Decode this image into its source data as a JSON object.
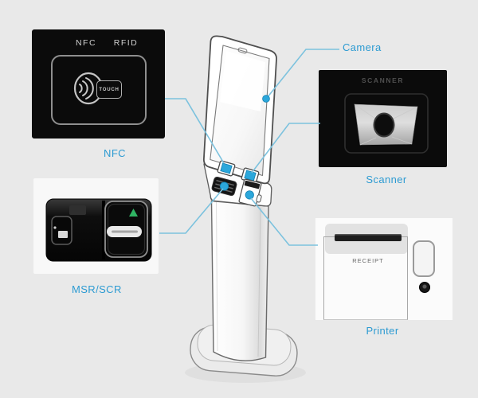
{
  "figure": {
    "type": "kiosk-component-diagram",
    "subject": "self-service kiosk hardware callouts"
  },
  "labels": {
    "nfc_caption": "NFC",
    "msr_caption": "MSR/SCR",
    "scanner_caption": "Scanner",
    "printer_caption": "Printer",
    "camera_label": "Camera"
  },
  "nfc_panel": {
    "tag_nfc": "NFC",
    "tag_rfid": "RFID",
    "touch_badge": "TOUCH"
  },
  "scanner_panel": {
    "heading": "SCANNER"
  },
  "printer": {
    "receipt_label": "RECEIPT"
  },
  "icons": {
    "nfc_contactless_icon": "circle with three right-opening wave arcs",
    "scanner_lens_icon": "dark ellipse centered in gray faceted window",
    "msr_green_arrow_icon": "upward green triangle",
    "camera_marker_icon": "small blue dot",
    "component_marker_icon": "blue dot / blue square on kiosk"
  },
  "colors": {
    "accent": "#2d9bd2",
    "line": "#7cc2de",
    "marker": "#2ba7db",
    "marker_ring": "#117fb0",
    "panel_bg": "#0b0b0b",
    "page_bg": "#e9e9e9",
    "green_arrow": "#2fb463"
  }
}
